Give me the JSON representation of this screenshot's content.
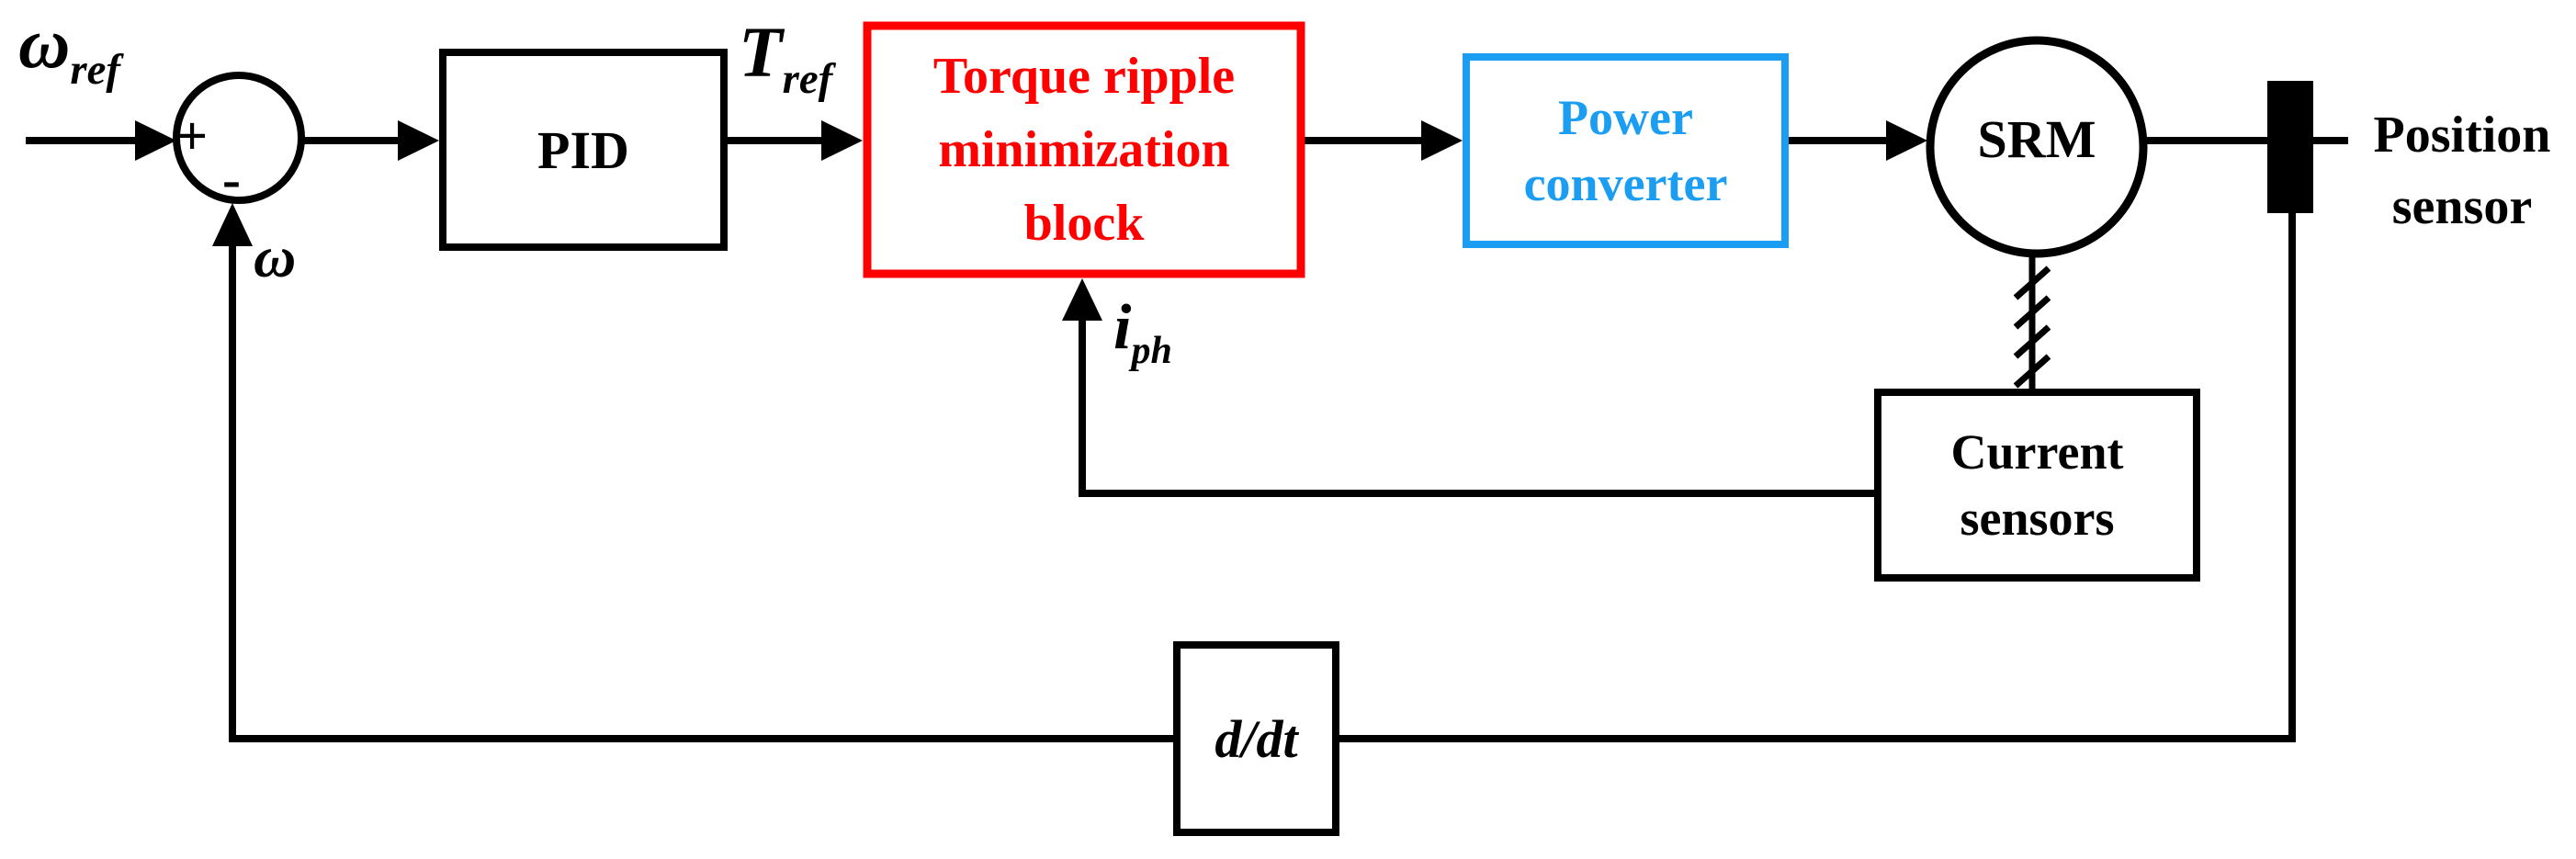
{
  "labels": {
    "omega_ref": {
      "base": "ω",
      "sub": "ref"
    },
    "t_ref": {
      "base": "T",
      "sub": "ref"
    },
    "i_ph": {
      "base": "i",
      "sub": "ph"
    },
    "omega_feedback": {
      "base": "ω"
    }
  },
  "summing_junction": {
    "plus_label": "+",
    "minus_label": "-"
  },
  "blocks": {
    "pid": {
      "label": "PID"
    },
    "torque_ripple": {
      "lines": [
        "Torque ripple",
        "minimization",
        "block"
      ],
      "color": "#ff0000"
    },
    "power_converter": {
      "lines": [
        "Power",
        "converter"
      ],
      "color": "#1b9ef2"
    },
    "srm": {
      "label": "SRM"
    },
    "current_sensors": {
      "lines": [
        "Current",
        "sensors"
      ]
    },
    "ddt": {
      "label": "d/dt"
    },
    "position_sensor": {
      "lines": [
        "Position",
        "sensor"
      ]
    }
  },
  "colors": {
    "line": "#000000",
    "accent_red": "#ff0000",
    "accent_blue": "#1b9ef2",
    "background": "#ffffff"
  }
}
